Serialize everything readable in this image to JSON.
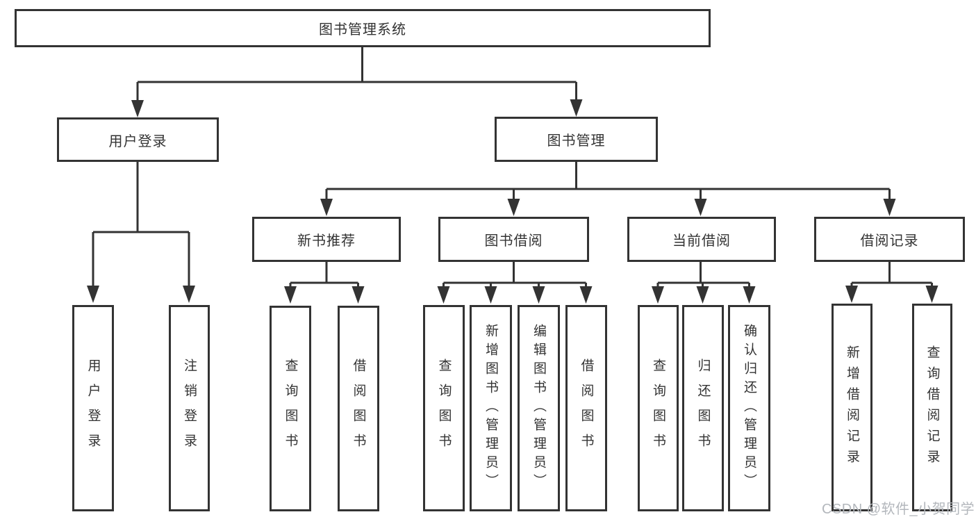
{
  "diagram": {
    "type": "hierarchy-tree",
    "hierarchy": {
      "root": "图书管理系统",
      "children": [
        {
          "node": "用户登录",
          "children": [
            "用户登录",
            "注销登录"
          ]
        },
        {
          "node": "图书管理",
          "children": [
            {
              "node": "新书推荐",
              "children": [
                "查询图书",
                "借阅图书"
              ]
            },
            {
              "node": "图书借阅",
              "children": [
                "查询图书",
                "新增图书（管理员）",
                "编辑图书（管理员）",
                "借阅图书"
              ]
            },
            {
              "node": "当前借阅",
              "children": [
                "查询图书",
                "归还图书",
                "确认归还（管理员）"
              ]
            },
            {
              "node": "借阅记录",
              "children": [
                "新增借阅记录",
                "查询借阅记录"
              ]
            }
          ]
        }
      ]
    }
  },
  "nodes": {
    "root": {
      "label": "图书管理系统"
    },
    "user_login": {
      "label": "用户登录"
    },
    "book_mgmt": {
      "label": "图书管理"
    },
    "new_book_rec": {
      "label": "新书推荐"
    },
    "book_borrow": {
      "label": "图书借阅"
    },
    "current_borrow": {
      "label": "当前借阅"
    },
    "borrow_records": {
      "label": "借阅记录"
    },
    "leaf_user_login": {
      "label": "用户登录"
    },
    "leaf_logout": {
      "label": "注销登录"
    },
    "leaf_query_book_1": {
      "label": "查询图书"
    },
    "leaf_borrow_book_1": {
      "label": "借阅图书"
    },
    "leaf_query_book_2": {
      "label": "查询图书"
    },
    "leaf_add_book": {
      "label": "新增图书（管理员）"
    },
    "leaf_edit_book": {
      "label": "编辑图书（管理员）"
    },
    "leaf_borrow_book_2": {
      "label": "借阅图书"
    },
    "leaf_query_book_3": {
      "label": "查询图书"
    },
    "leaf_return_book": {
      "label": "归还图书"
    },
    "leaf_confirm_return": {
      "label": "确认归还（管理员）"
    },
    "leaf_add_record": {
      "label": "新增借阅记录"
    },
    "leaf_query_record": {
      "label": "查询借阅记录"
    }
  },
  "watermark": {
    "text": "CSDN @软件_小贺同学"
  },
  "colors": {
    "line": "#333333",
    "box_border": "#333333",
    "text": "#333333",
    "watermark": "#b3b7bc",
    "background": "#ffffff"
  }
}
